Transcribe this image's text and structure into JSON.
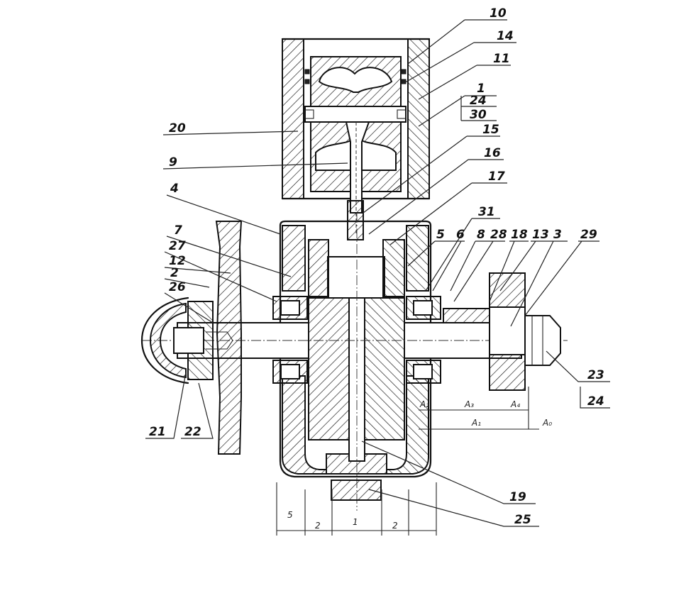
{
  "callouts": {
    "c10": "10",
    "c14": "14",
    "c11": "11",
    "c1": "1",
    "c24a": "24",
    "c30": "30",
    "c20": "20",
    "c15": "15",
    "c9": "9",
    "c16": "16",
    "c4": "4",
    "c17": "17",
    "c31": "31",
    "c7": "7",
    "c27": "27",
    "c5": "5",
    "c6": "6",
    "c8": "8",
    "c28": "28",
    "c18": "18",
    "c13": "13",
    "c3": "3",
    "c29": "29",
    "c12": "12",
    "c2": "2",
    "c26": "26",
    "c23": "23",
    "c24b": "24",
    "c21": "21",
    "c22": "22",
    "c19": "19",
    "c25": "25"
  },
  "dimensions": {
    "a2": "A₂",
    "a3": "A₃",
    "a4": "A₄",
    "a1": "A₁",
    "a0": "A₀",
    "b5": "5",
    "b2": "2",
    "b1": "1",
    "b2b": "2"
  }
}
